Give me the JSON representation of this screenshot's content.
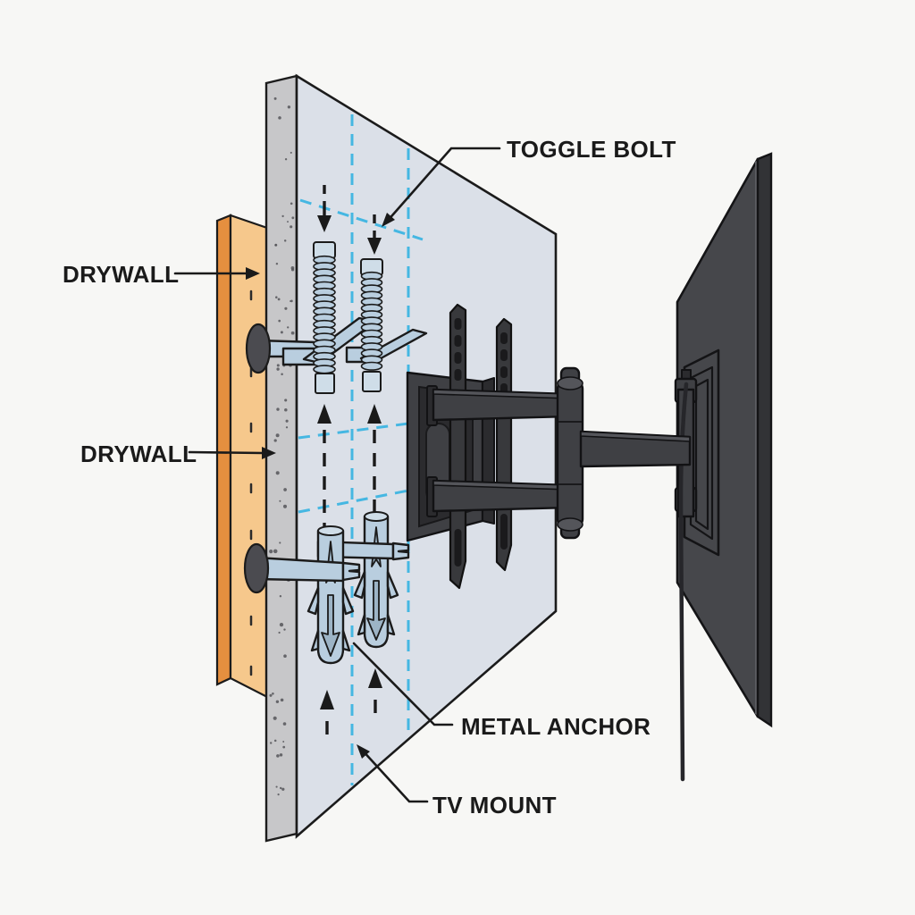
{
  "diagram": {
    "kind": "tv-wall-mount-installation-illustration",
    "labels": {
      "toggle_bolt": "TOGGLE BOLT",
      "drywall_top": "DRYWALL",
      "drywall_bottom": "DRYWALL",
      "metal_anchor": "METAL ANCHOR",
      "tv_mount": "TV MOUNT"
    }
  },
  "colors": {
    "background": "#f7f7f5",
    "annotation": "#1a1a1a",
    "template_line": "#45b7e2",
    "wall_face": "#dbe0e8",
    "drywall_edge": "#c7c7c9",
    "speckle": "#4e4e52",
    "stud_face": "#f6c88c",
    "stud_side": "#e58f3f",
    "steel": "#b9cedf",
    "steel_light": "#cfdde8",
    "washer": "#4b4b50",
    "mount": "#3f4044",
    "mount_dark": "#2b2b2e",
    "mount_light": "#54555a",
    "rail": "#38393c",
    "tv_back": "#46474b",
    "tv_bezel": "#323336"
  }
}
